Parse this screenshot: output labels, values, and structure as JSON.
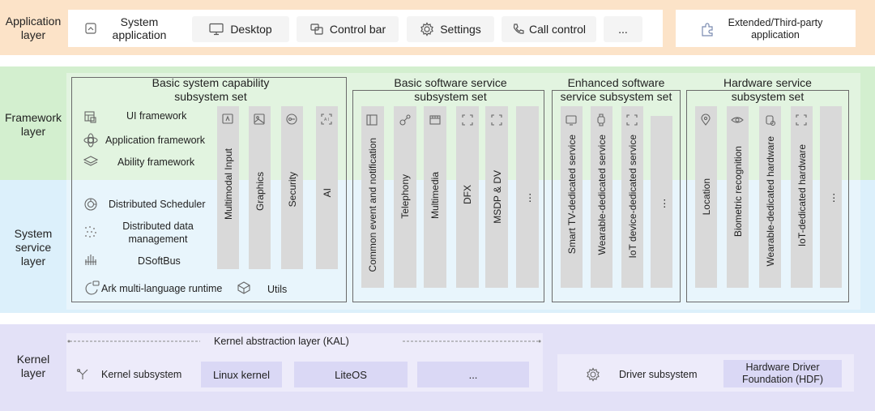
{
  "application_layer": {
    "label": "Application\nlayer",
    "items": [
      {
        "label": "System\napplication",
        "icon": "system-app-icon"
      },
      {
        "label": "Desktop",
        "icon": "desktop-icon"
      },
      {
        "label": "Control bar",
        "icon": "control-bar-icon"
      },
      {
        "label": "Settings",
        "icon": "gear-icon"
      },
      {
        "label": "Call control",
        "icon": "phone-icon"
      },
      {
        "label": "..."
      }
    ],
    "extended": {
      "label": "Extended/Third-party\napplication",
      "icon": "puzzle-icon"
    }
  },
  "framework_layer": {
    "label": "Framework\nlayer"
  },
  "system_service_layer": {
    "label": "System\nservice\nlayer"
  },
  "basic_system": {
    "title": "Basic system capability\nsubsystem set",
    "left_items": [
      {
        "label": "UI framework",
        "icon": "ui-framework-icon"
      },
      {
        "label": "Application framework",
        "icon": "app-framework-icon"
      },
      {
        "label": "Ability framework",
        "icon": "layers-icon"
      },
      {
        "label": "Distributed Scheduler",
        "icon": "scheduler-icon"
      },
      {
        "label": "Distributed data\nmanagement",
        "icon": "data-dots-icon"
      },
      {
        "label": "DSoftBus",
        "icon": "softbus-icon"
      }
    ],
    "columns": [
      "Multimodal Input",
      "Graphics",
      "Security",
      "AI"
    ],
    "ark": "Ark multi-language runtime",
    "utils": "Utils"
  },
  "basic_software": {
    "title": "Basic software service\nsubsystem set",
    "columns": [
      "Common event and notification",
      "Telephony",
      "Multimedia",
      "DFX",
      "MSDP & DV",
      "⋮"
    ]
  },
  "enhanced_software": {
    "title": "Enhanced software\nservice subsystem set",
    "columns": [
      "Smart TV-dedicated service",
      "Wearable-dedicated service",
      "IoT device-dedicated service",
      "⋮"
    ]
  },
  "hardware_service": {
    "title": "Hardware service\nsubsystem set",
    "columns": [
      "Location",
      "Biometric recognition",
      "Wearable-dedicated hardware",
      "IoT-dedicated hardware",
      "⋮"
    ]
  },
  "kernel_layer": {
    "label": "Kernel\nlayer",
    "kal": "Kernel abstraction layer (KAL)",
    "kernel_subsystem": "Kernel subsystem",
    "kernels": [
      "Linux kernel",
      "LiteOS",
      "..."
    ],
    "driver_subsystem": "Driver subsystem",
    "hdf": "Hardware Driver\nFoundation (HDF)"
  },
  "colors": {
    "app_band": "#fce3c8",
    "framework_band": "#d3efcf",
    "service_band": "#dcf0fb",
    "kernel_band": "#e3e1f7"
  }
}
